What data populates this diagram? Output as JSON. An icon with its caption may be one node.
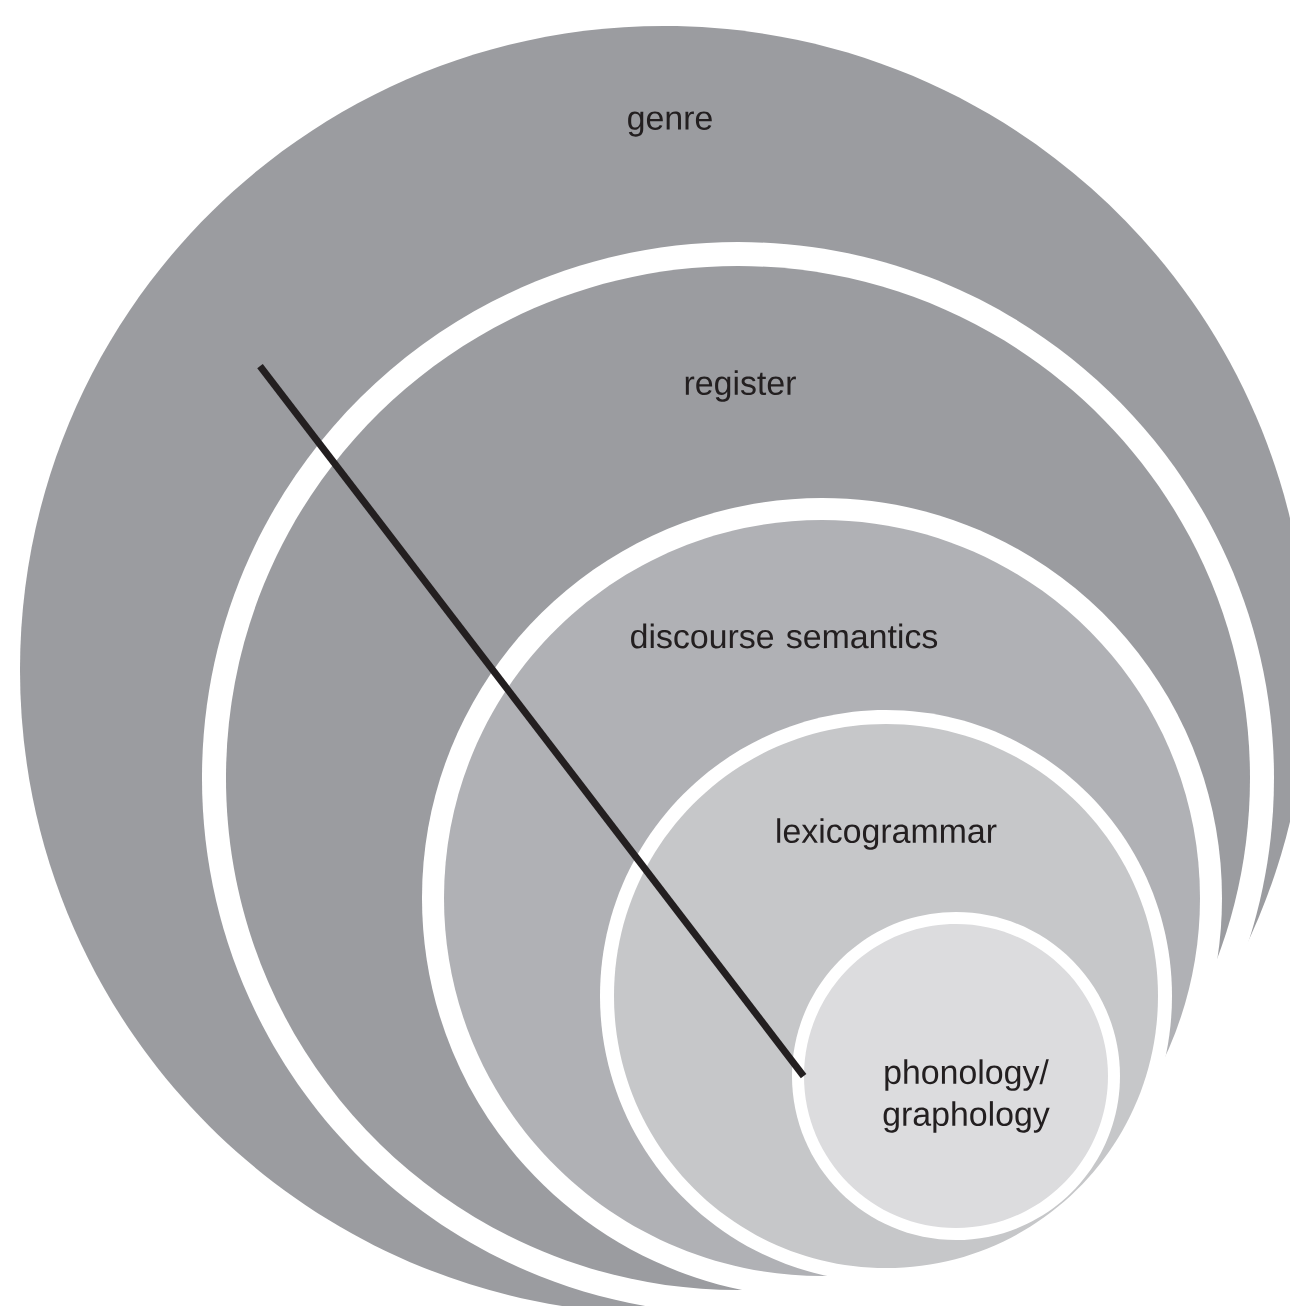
{
  "diagram": {
    "nodes": [
      {
        "text": [
          "genre"
        ]
      },
      {
        "text": [
          "register"
        ],
        "in": 0
      },
      {
        "text": [
          "discourse semantics"
        ],
        "in": 1
      },
      {
        "text": [
          "lexicogrammar"
        ],
        "in": 2
      },
      {
        "text": [
          "phonology/ graphology"
        ],
        "in": 3
      }
    ],
    "edges": [
      {
        "from": 0,
        "to": 4,
        "arrow": "none"
      }
    ]
  }
}
